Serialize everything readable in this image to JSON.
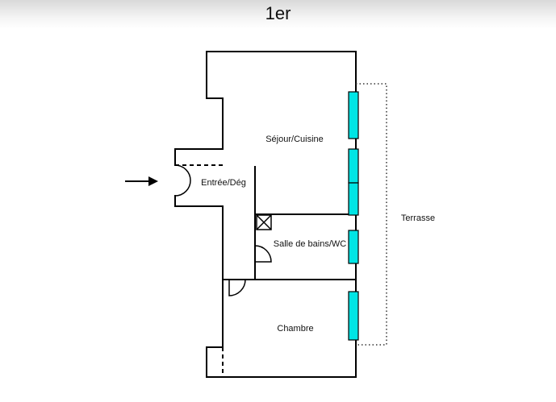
{
  "title": "1er",
  "rooms": {
    "sejour": "Séjour/Cuisine",
    "entree": "Entrée/Dég",
    "salle_de_bains": "Salle de bains/WC",
    "chambre": "Chambre",
    "terrasse": "Terrasse"
  },
  "colors": {
    "wall": "#000000",
    "window": "#00e5e5",
    "terrace_outline": "#333333"
  },
  "icons": [
    "entrance-arrow-icon",
    "shower-cross-icon",
    "door-swing-icon"
  ]
}
